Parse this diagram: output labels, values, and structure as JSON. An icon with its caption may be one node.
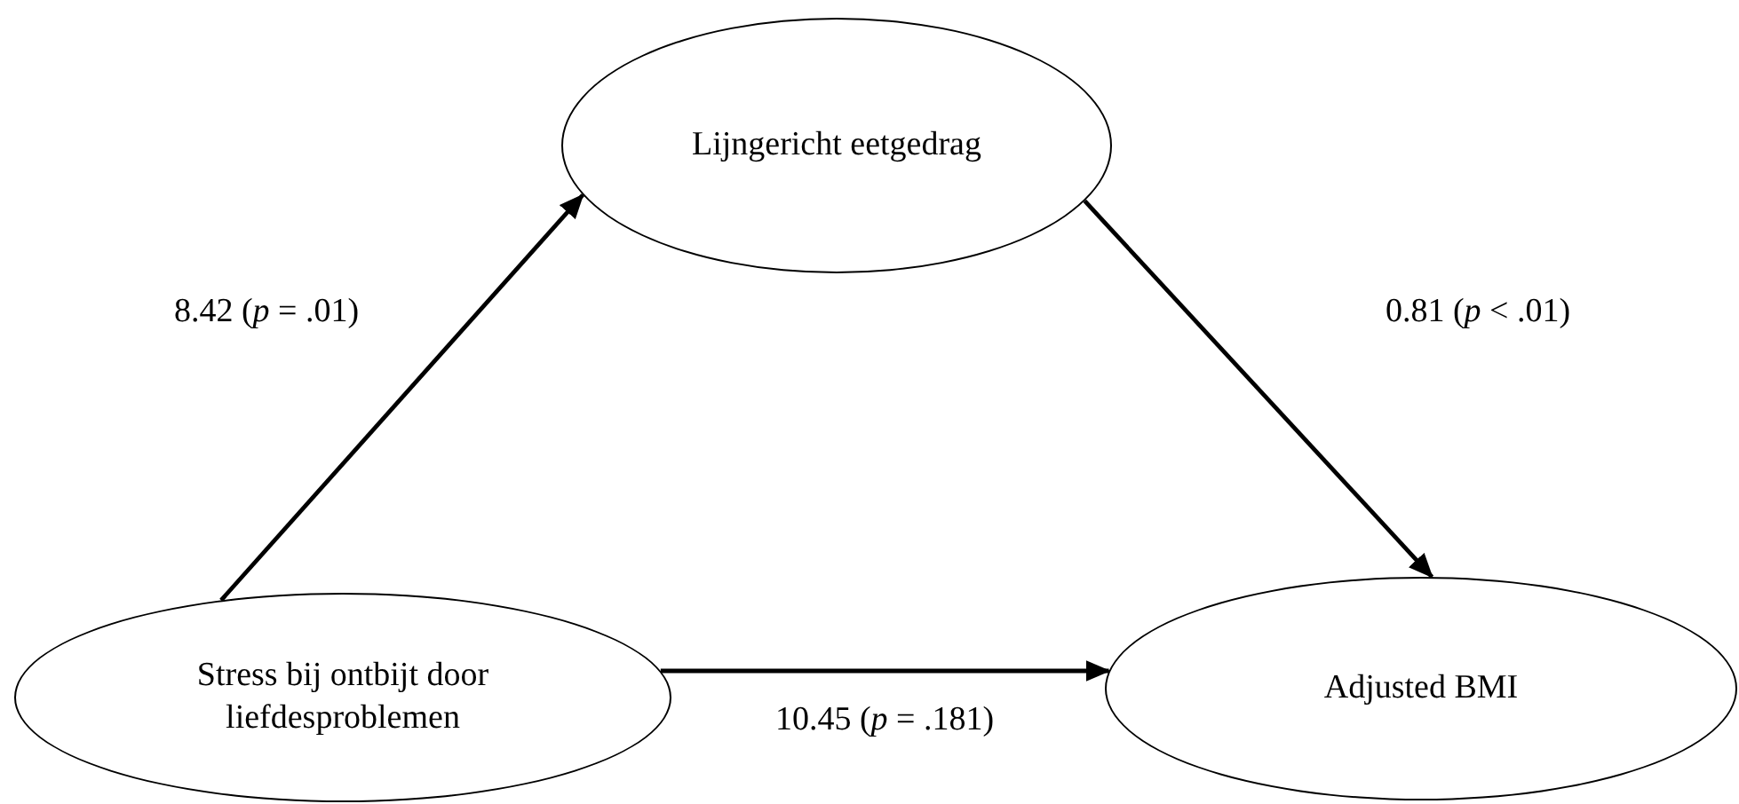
{
  "diagram": {
    "nodes": [
      {
        "text": [
          "Lijngericht eetgedrag"
        ]
      },
      {
        "text": [
          "Stress bij ontbijt door liefdesproblemen"
        ]
      },
      {
        "text": [
          "Adjusted BMI"
        ]
      }
    ],
    "edges": [
      {
        "from": 1,
        "to": 0,
        "arrow": "to",
        "label": "8.42 (*p* = .01)"
      },
      {
        "from": 0,
        "to": 2,
        "arrow": "to",
        "label": "0.81 (*p* < .01)"
      },
      {
        "from": 1,
        "to": 2,
        "arrow": "to",
        "label": "10.45 (*p* = .181)"
      }
    ]
  }
}
